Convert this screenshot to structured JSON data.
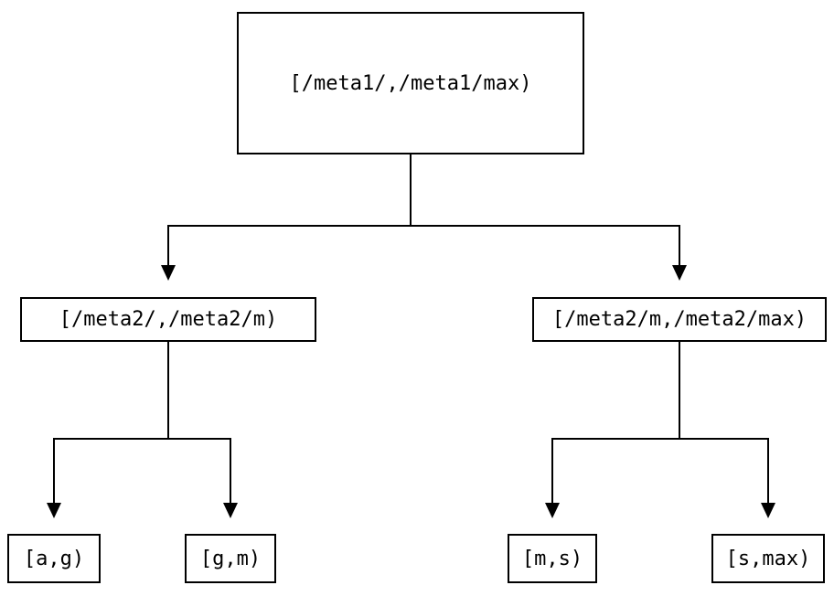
{
  "diagram": {
    "type": "tree",
    "colors": {
      "stroke": "#000000",
      "text": "#000000",
      "background": "#ffffff"
    },
    "nodes": {
      "root": {
        "id": "root",
        "label": "[/meta1/,/meta1/max)"
      },
      "left": {
        "id": "left",
        "label": "[/meta2/,/meta2/m)"
      },
      "right": {
        "id": "right",
        "label": "[/meta2/m,/meta2/max)"
      },
      "leaf_ag": {
        "id": "leaf-ag",
        "label": "[a,g)"
      },
      "leaf_gm": {
        "id": "leaf-gm",
        "label": "[g,m)"
      },
      "leaf_ms": {
        "id": "leaf-ms",
        "label": "[m,s)"
      },
      "leaf_smax": {
        "id": "leaf-smax",
        "label": "[s,max)"
      }
    },
    "edges": [
      {
        "from": "root",
        "to": "left"
      },
      {
        "from": "root",
        "to": "right"
      },
      {
        "from": "left",
        "to": "leaf-ag"
      },
      {
        "from": "left",
        "to": "leaf-gm"
      },
      {
        "from": "right",
        "to": "leaf-ms"
      },
      {
        "from": "right",
        "to": "leaf-smax"
      }
    ]
  }
}
